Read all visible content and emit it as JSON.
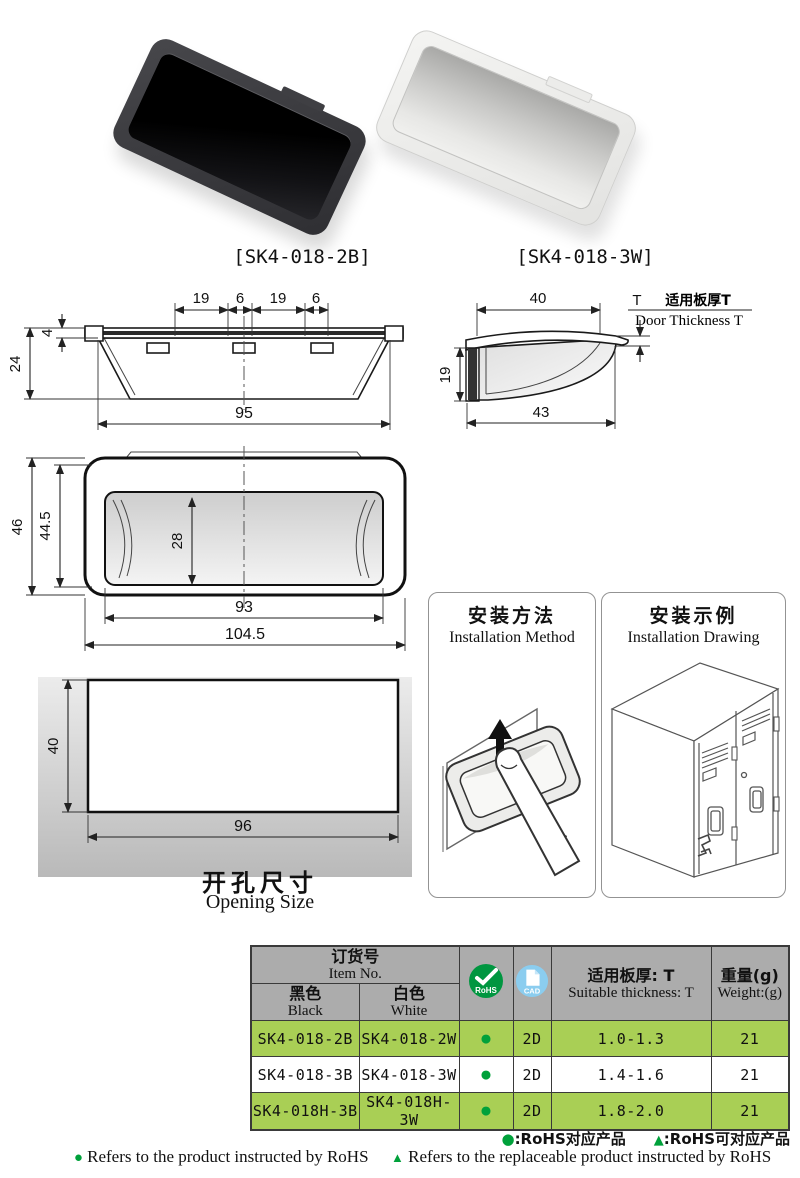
{
  "colors": {
    "accent_green": "#00a13b",
    "rohs_badge_green": "#009640",
    "cad_badge_blue": "#8bcdef",
    "table_row_green": "#a9cf55",
    "table_header_gray": "#acacac"
  },
  "products": {
    "black_label": "[SK4-018-2B]",
    "white_label": "[SK4-018-3W]"
  },
  "top_view": {
    "dim_19a": "19",
    "dim_6a": "6",
    "dim_19b": "19",
    "dim_6b": "6",
    "dim_4": "4",
    "dim_24": "24",
    "dim_95": "95"
  },
  "side_view": {
    "dim_40": "40",
    "dim_19": "19",
    "dim_43": "43",
    "t_symbol": "T",
    "thickness_cn": "适用板厚T",
    "thickness_en": "Door Thickness T"
  },
  "front_view": {
    "dim_46": "46",
    "dim_44_5": "44.5",
    "dim_28": "28",
    "dim_93": "93",
    "dim_104_5": "104.5"
  },
  "opening": {
    "dim_40": "40",
    "dim_96": "96",
    "title_cn": "开孔尺寸",
    "title_en": "Opening Size"
  },
  "panels": {
    "method_title_cn": "安装方法",
    "method_title_en": "Installation Method",
    "drawing_title_cn": "安装示例",
    "drawing_title_en": "Installation Drawing"
  },
  "table": {
    "item_no_cn": "订货号",
    "item_no_en": "Item No.",
    "black_cn": "黑色",
    "black_en": "Black",
    "white_cn": "白色",
    "white_en": "White",
    "rohs_badge": "RoHS",
    "cad_badge": "CAD",
    "thickness_cn": "适用板厚: T",
    "thickness_en": "Suitable thickness: T",
    "weight_cn": "重量(g)",
    "weight_en": "Weight:(g)",
    "rows": [
      {
        "black": "SK4-018-2B",
        "white": "SK4-018-2W",
        "rohs": "●",
        "cad": "2D",
        "thickness": "1.0-1.3",
        "weight": "21"
      },
      {
        "black": "SK4-018-3B",
        "white": "SK4-018-3W",
        "rohs": "●",
        "cad": "2D",
        "thickness": "1.4-1.6",
        "weight": "21"
      },
      {
        "black": "SK4-018H-3B",
        "white": "SK4-018H-3W",
        "rohs": "●",
        "cad": "2D",
        "thickness": "1.8-2.0",
        "weight": "21"
      }
    ]
  },
  "legend": {
    "dot": "●",
    "triangle": "▲",
    "cn_dot_text": ":RoHS对应产品",
    "cn_tri_text": ":RoHS可对应产品",
    "en_dot_text": "Refers to the product instructed by RoHS",
    "en_tri_text": "Refers to the replaceable product instructed by RoHS"
  }
}
